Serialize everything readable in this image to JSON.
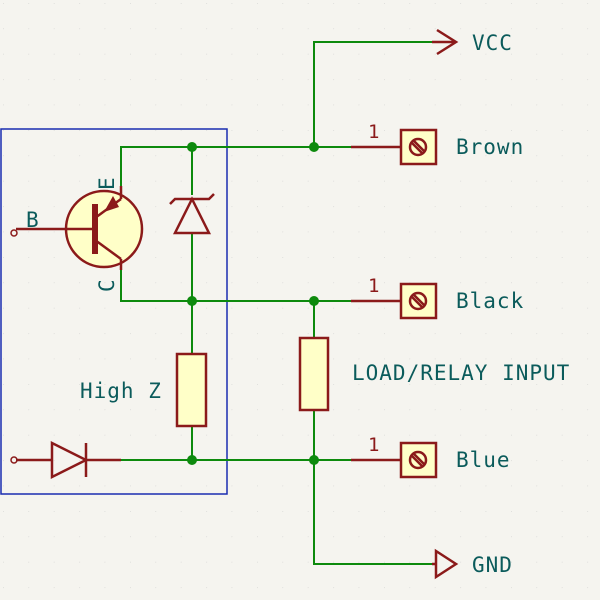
{
  "colors": {
    "background": "#f5f4ef",
    "wire": "#0d8a0d",
    "component": "#8b1a1a",
    "label": "#0b5b5b",
    "box": "#1a2db0",
    "component_fill": "#ffffc8"
  },
  "power": {
    "vcc": "VCC",
    "gnd": "GND"
  },
  "connectors": [
    {
      "pin": "1",
      "label": "Brown"
    },
    {
      "pin": "1",
      "label": "Black"
    },
    {
      "pin": "1",
      "label": "Blue"
    }
  ],
  "transistor": {
    "base": "B",
    "collector": "C",
    "emitter": "E"
  },
  "resistors": {
    "internal": "High Z",
    "load": "LOAD/RELAY INPUT"
  },
  "icons": {
    "connector": "screw-terminal-icon",
    "transistor": "pnp-transistor-icon",
    "diode": "diode-icon",
    "zener": "zener-diode-icon",
    "resistor": "resistor-icon",
    "arrow": "power-arrow-icon"
  }
}
